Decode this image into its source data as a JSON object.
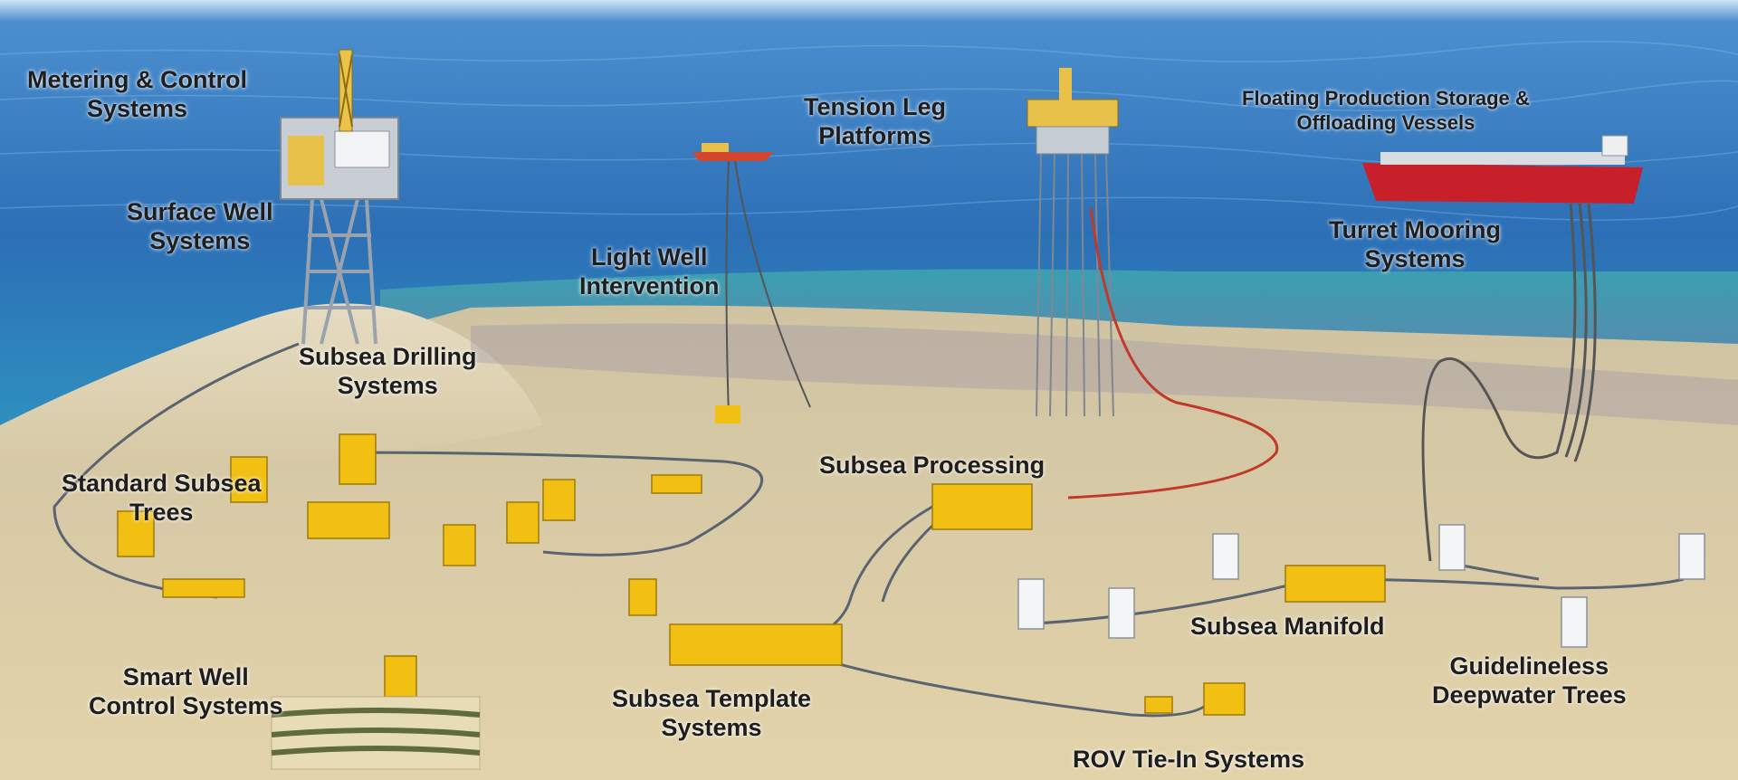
{
  "labels": {
    "metering": [
      "Metering & Control",
      "Systems"
    ],
    "surface_well": [
      "Surface Well",
      "Systems"
    ],
    "tension_leg": [
      "Tension Leg",
      "Platforms"
    ],
    "fpso": [
      "Floating Production Storage &",
      "Offloading Vessels"
    ],
    "turret": [
      "Turret Mooring",
      "Systems"
    ],
    "light_well": [
      "Light Well",
      "Intervention"
    ],
    "subsea_drilling": [
      "Subsea Drilling",
      "Systems"
    ],
    "standard_trees": [
      "Standard Subsea",
      "Trees"
    ],
    "subsea_processing": [
      "Subsea Processing"
    ],
    "subsea_manifold": [
      "Subsea Manifold"
    ],
    "guidelineless": [
      "Guidelineless",
      "Deepwater Trees"
    ],
    "smart_well": [
      "Smart Well",
      "Control Systems"
    ],
    "subsea_template": [
      "Subsea Template",
      "Systems"
    ],
    "rov_tiein": [
      "ROV Tie-In Systems"
    ]
  },
  "colors": {
    "sea_top": "#2f6fb5",
    "sea_deep": "#2a86b8",
    "seabed": "#d9c9a0",
    "equipment": "#f2c012",
    "vessel_hull": "#c8202a",
    "flowline": "#5a6470",
    "riser_red": "#c0392b"
  }
}
